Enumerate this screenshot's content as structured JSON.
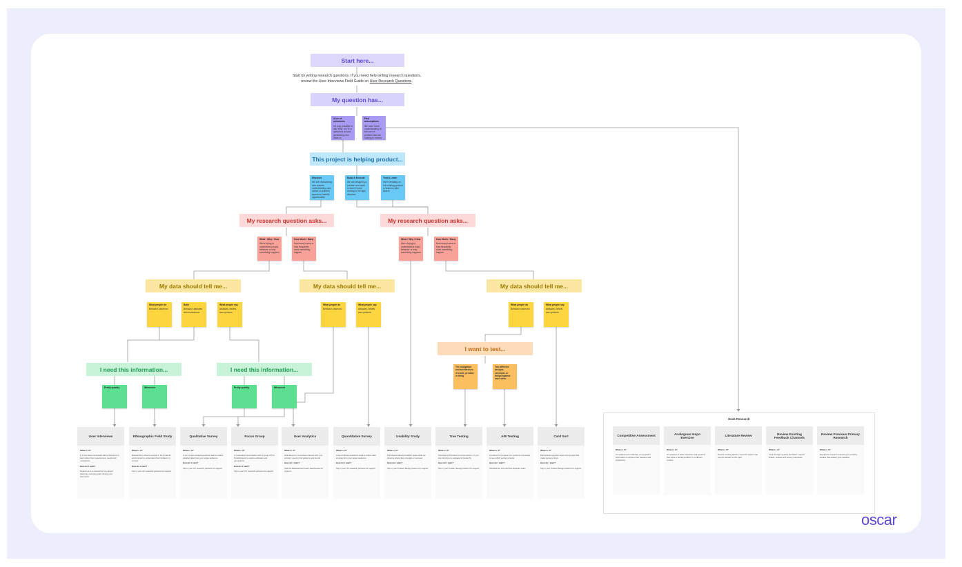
{
  "start": {
    "title": "Start here...",
    "intro_line1": "Start by writing research questions. If you need help writing research questions,",
    "intro_line2_prefix": "review the User Interviews Field Guide on ",
    "intro_link": "User Research Questions",
    "intro_suffix": "."
  },
  "question_has": {
    "title": "My question has...",
    "stickies": [
      {
        "title": "A ton of unknowns",
        "text": "It's only possible to ask 'Why' not 'If' or questions around generating new ideas or assumptions"
      },
      {
        "title": "Past assumptions",
        "text": "We have some understanding of the user or problem and are looking to narrow or validate our ideas"
      }
    ]
  },
  "project": {
    "title": "This project is helping product...",
    "stickies": [
      {
        "title": "Discover",
        "text": "We are researching new spaces, understanding user needs or problem spaces to identify opportunities"
      },
      {
        "title": "Build & Execute",
        "text": "We are designing a solution and want to learn if we're moving in the right direction"
      },
      {
        "title": "Test & Learn",
        "text": "We're iterating on the existing product or features after launch"
      }
    ]
  },
  "asks": {
    "title": "My research question asks...",
    "stickies": [
      {
        "title": "What / Why / How",
        "text": "We're trying to understand a topic, behavior or why something happens"
      },
      {
        "title": "How Much / Many",
        "text": "How many users or how frequently does something happen"
      },
      {
        "title": "What / Why / How",
        "text": "We're trying to understand a topic, behavior or why something happens"
      },
      {
        "title": "How Much / Many",
        "text": "How many users or how frequently does something happen"
      }
    ]
  },
  "data_tell": {
    "title": "My data should tell me...",
    "stickies": [
      {
        "title": "What people do",
        "text": "Behavior observed"
      },
      {
        "title": "Both",
        "text": "Behavior, attitudes and motivations"
      },
      {
        "title": "What people say",
        "text": "Attitudes, beliefs and opinions"
      },
      {
        "title": "What people do",
        "text": "Behavior observed"
      },
      {
        "title": "What people say",
        "text": "Attitudes, beliefs and opinions"
      },
      {
        "title": "What people do",
        "text": "Behavior observed"
      },
      {
        "title": "What people say",
        "text": "Attitudes, beliefs and opinions"
      }
    ]
  },
  "need_info": {
    "title": "I need this information...",
    "stickies": [
      "Pretty quickly",
      "Whenever",
      "Pretty quickly",
      "Whenever"
    ]
  },
  "want_test": {
    "title": "I want to test...",
    "stickies": [
      "The navigation and architecture of a site, product or thing",
      "Two different designs, concepts, or things against each other"
    ]
  },
  "methods": [
    {
      "name": "User Interviews",
      "what": "1:1 interviews conducted with participants to learn about their experiences, needs and motivations",
      "how": "Reach out to a researcher for support planning, recruiting and running your interviews"
    },
    {
      "name": "Ethnographic Field Study",
      "what": "Researchers observe people in their natural environment to understand their behavior in context",
      "how": "Tap in your UX research partners for support"
    },
    {
      "name": "Qualitative Survey",
      "what": "A set of open-ended questions used to collect detailed data from your target audience",
      "how": "Tap in your UX research partners for support"
    },
    {
      "name": "Focus Group",
      "what": "A moderated conversation with a group of 5 to 8 participants to explore attitudes and perceptions",
      "how": "Tap in your UX research partners for support"
    },
    {
      "name": "User Analytics",
      "what": "Data based on how users interact with your product, used to find patterns and trends",
      "how": "Visit the Measurement team dashboards for support"
    },
    {
      "name": "Quantitative Survey",
      "what": "A set of closed questions used to collect data at scale from your target audience",
      "how": "Tap in your UX research partners for support"
    },
    {
      "name": "Usability Study",
      "what": "Participants attempt realistic tasks while we observe where they struggle or succeed",
      "how": "Tap in your Product Design partner for support"
    },
    {
      "name": "Tree Testing",
      "what": "Participants find items in a text version of your site structure to evaluate its hierarchy",
      "how": "Tap in your Product Design partner for support"
    },
    {
      "name": "A/B Testing",
      "what": "A method to compare two versions of a design to see which performs better",
      "how": "Schedule an intro with the analytics team"
    },
    {
      "name": "Card Sort",
      "what": "Participants organize topics into groups that make sense to them",
      "how": "Tap in your Product Design partner for support"
    }
  ],
  "desk": {
    "title": "Desk Research",
    "items": [
      {
        "name": "Competitive Assessment",
        "what": "An analysis and collection of competitor information to explore their features and positioning"
      },
      {
        "name": "Analogous Inspo Exercise",
        "what": "An analysis of other industries and products that solve a similar problem in a different context"
      },
      {
        "name": "Literature Review",
        "what": "Review existing articles, research papers and reports relevant to the topic"
      },
      {
        "name": "Review Existing Feedback Channels",
        "what": "Look through member feedback, support tickets, reviews and survey responses"
      },
      {
        "name": "Review Previous Primary Research",
        "what": "Revisit the research repository for existing studies that answer your question"
      }
    ]
  },
  "labels": {
    "what_is_it": "What is it?",
    "how_do_i_start": "How do I start?"
  },
  "logo": "oscar"
}
